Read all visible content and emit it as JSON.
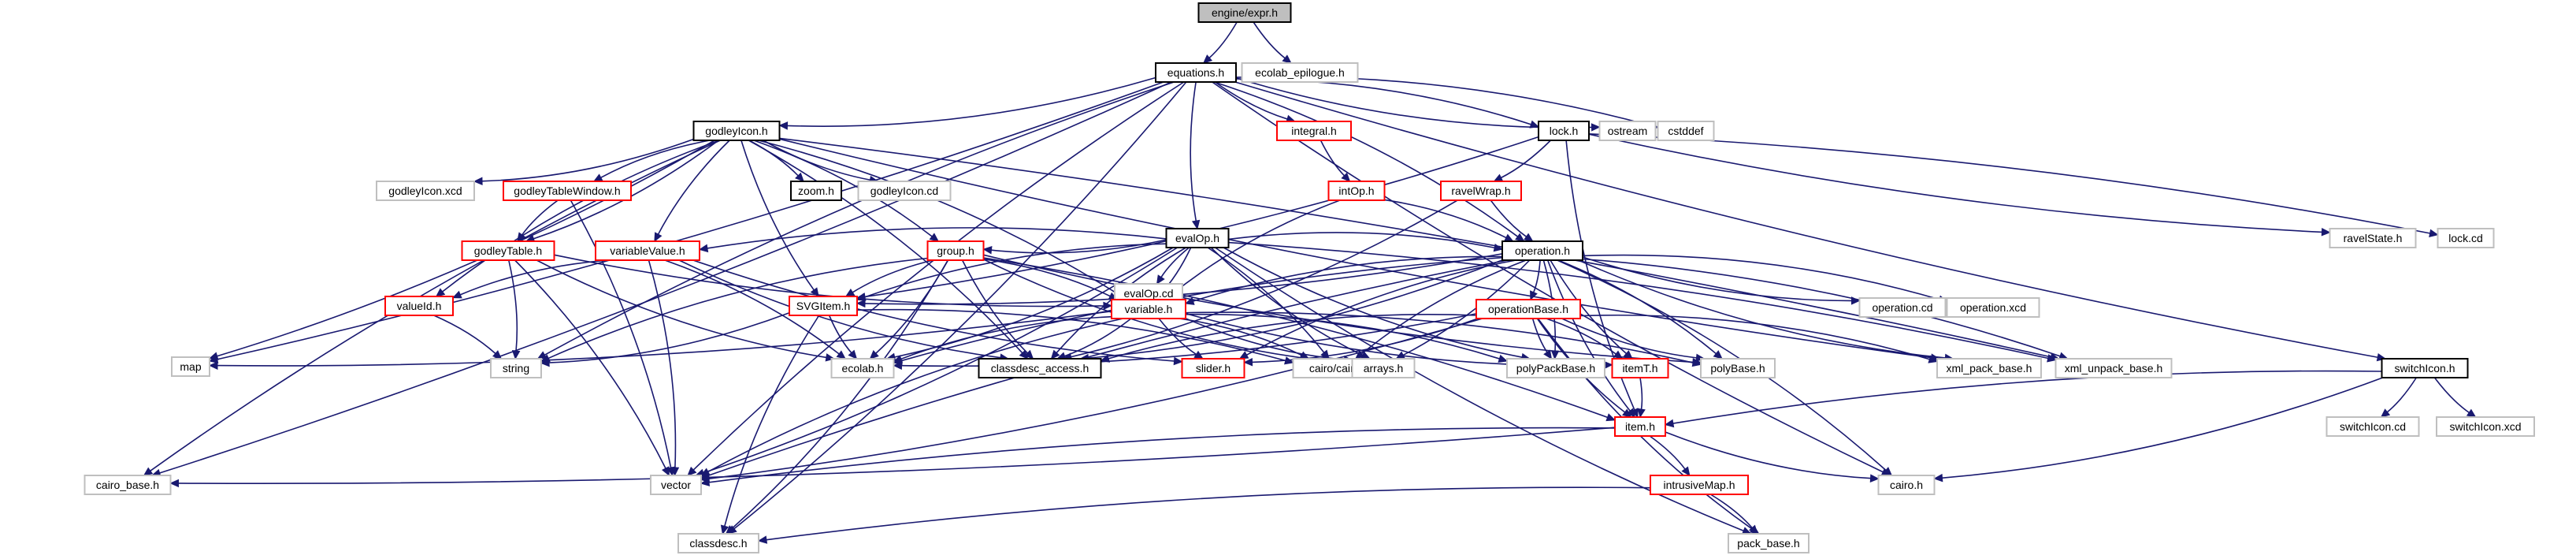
{
  "colors": {
    "edge": "#191970",
    "root_fill": "#bfbfbf",
    "root_border": "#000000",
    "documented_border": "#000000",
    "incomplete_border": "#ff0000",
    "external_border": "#bfbfbf"
  },
  "nodes": [
    {
      "id": "engine_expr_h",
      "label": "engine/expr.h",
      "kind": "root"
    },
    {
      "id": "equations_h",
      "label": "equations.h",
      "kind": "documented"
    },
    {
      "id": "ecolab_epilogue_h",
      "label": "ecolab_epilogue.h",
      "kind": "external"
    },
    {
      "id": "godleyIcon_h",
      "label": "godleyIcon.h",
      "kind": "documented"
    },
    {
      "id": "integral_h",
      "label": "integral.h",
      "kind": "incomplete"
    },
    {
      "id": "lock_h",
      "label": "lock.h",
      "kind": "documented"
    },
    {
      "id": "ostream",
      "label": "ostream",
      "kind": "external"
    },
    {
      "id": "cstddef",
      "label": "cstddef",
      "kind": "external"
    },
    {
      "id": "godleyIcon_xcd",
      "label": "godleyIcon.xcd",
      "kind": "external"
    },
    {
      "id": "godleyTableWindow_h",
      "label": "godleyTableWindow.h",
      "kind": "incomplete"
    },
    {
      "id": "zoom_h",
      "label": "zoom.h",
      "kind": "documented"
    },
    {
      "id": "godleyIcon_cd",
      "label": "godleyIcon.cd",
      "kind": "external"
    },
    {
      "id": "intOp_h",
      "label": "intOp.h",
      "kind": "incomplete"
    },
    {
      "id": "ravelWrap_h",
      "label": "ravelWrap.h",
      "kind": "incomplete"
    },
    {
      "id": "ravelState_h",
      "label": "ravelState.h",
      "kind": "external"
    },
    {
      "id": "lock_cd",
      "label": "lock.cd",
      "kind": "external"
    },
    {
      "id": "evalOp_h",
      "label": "evalOp.h",
      "kind": "documented"
    },
    {
      "id": "godleyTable_h",
      "label": "godleyTable.h",
      "kind": "incomplete"
    },
    {
      "id": "variableValue_h",
      "label": "variableValue.h",
      "kind": "incomplete"
    },
    {
      "id": "group_h",
      "label": "group.h",
      "kind": "incomplete"
    },
    {
      "id": "evalOp_cd",
      "label": "evalOp.cd",
      "kind": "external"
    },
    {
      "id": "operation_h",
      "label": "operation.h",
      "kind": "documented"
    },
    {
      "id": "valueId_h",
      "label": "valueId.h",
      "kind": "incomplete"
    },
    {
      "id": "SVGItem_h",
      "label": "SVGItem.h",
      "kind": "incomplete"
    },
    {
      "id": "variable_h",
      "label": "variable.h",
      "kind": "incomplete"
    },
    {
      "id": "operationBase_h",
      "label": "operationBase.h",
      "kind": "incomplete"
    },
    {
      "id": "operation_cd",
      "label": "operation.cd",
      "kind": "external"
    },
    {
      "id": "operation_xcd",
      "label": "operation.xcd",
      "kind": "external"
    },
    {
      "id": "map",
      "label": "map",
      "kind": "external"
    },
    {
      "id": "string",
      "label": "string",
      "kind": "external"
    },
    {
      "id": "ecolab_h",
      "label": "ecolab.h",
      "kind": "external"
    },
    {
      "id": "classdesc_access_h",
      "label": "classdesc_access.h",
      "kind": "documented"
    },
    {
      "id": "slider_h",
      "label": "slider.h",
      "kind": "incomplete"
    },
    {
      "id": "cairo_cairo_h",
      "label": "cairo/cairo.h",
      "kind": "external"
    },
    {
      "id": "arrays_h",
      "label": "arrays.h",
      "kind": "external"
    },
    {
      "id": "polyPackBase_h",
      "label": "polyPackBase.h",
      "kind": "external"
    },
    {
      "id": "itemT_h",
      "label": "itemT.h",
      "kind": "incomplete"
    },
    {
      "id": "polyBase_h",
      "label": "polyBase.h",
      "kind": "external"
    },
    {
      "id": "xml_pack_base_h",
      "label": "xml_pack_base.h",
      "kind": "external"
    },
    {
      "id": "xml_unpack_base_h",
      "label": "xml_unpack_base.h",
      "kind": "external"
    },
    {
      "id": "switchIcon_h",
      "label": "switchIcon.h",
      "kind": "documented"
    },
    {
      "id": "item_h",
      "label": "item.h",
      "kind": "incomplete"
    },
    {
      "id": "switchIcon_cd",
      "label": "switchIcon.cd",
      "kind": "external"
    },
    {
      "id": "switchIcon_xcd",
      "label": "switchIcon.xcd",
      "kind": "external"
    },
    {
      "id": "cairo_base_h",
      "label": "cairo_base.h",
      "kind": "external"
    },
    {
      "id": "vector",
      "label": "vector",
      "kind": "external"
    },
    {
      "id": "cairo_h",
      "label": "cairo.h",
      "kind": "external"
    },
    {
      "id": "intrusiveMap_h",
      "label": "intrusiveMap.h",
      "kind": "incomplete"
    },
    {
      "id": "classdesc_h",
      "label": "classdesc.h",
      "kind": "external"
    },
    {
      "id": "pack_base_h",
      "label": "pack_base.h",
      "kind": "external"
    }
  ],
  "edges": [
    [
      "engine_expr_h",
      "equations_h"
    ],
    [
      "engine_expr_h",
      "ecolab_epilogue_h"
    ],
    [
      "equations_h",
      "godleyIcon_h"
    ],
    [
      "equations_h",
      "integral_h"
    ],
    [
      "equations_h",
      "lock_h"
    ],
    [
      "equations_h",
      "ostream"
    ],
    [
      "equations_h",
      "cstddef"
    ],
    [
      "equations_h",
      "evalOp_h"
    ],
    [
      "equations_h",
      "operation_h"
    ],
    [
      "equations_h",
      "switchIcon_h"
    ],
    [
      "equations_h",
      "map"
    ],
    [
      "equations_h",
      "string"
    ],
    [
      "equations_h",
      "cairo_base_h"
    ],
    [
      "equations_h",
      "vector"
    ],
    [
      "equations_h",
      "classdesc_h"
    ],
    [
      "equations_h",
      "cairo_h"
    ],
    [
      "godleyIcon_h",
      "godleyIcon_xcd"
    ],
    [
      "godleyIcon_h",
      "godleyTableWindow_h"
    ],
    [
      "godleyIcon_h",
      "zoom_h"
    ],
    [
      "godleyIcon_h",
      "godleyIcon_cd"
    ],
    [
      "godleyIcon_h",
      "godleyTable_h"
    ],
    [
      "godleyIcon_h",
      "variableValue_h"
    ],
    [
      "godleyIcon_h",
      "group_h"
    ],
    [
      "godleyIcon_h",
      "SVGItem_h"
    ],
    [
      "godleyIcon_h",
      "variable_h"
    ],
    [
      "godleyIcon_h",
      "valueId_h"
    ],
    [
      "godleyIcon_h",
      "map"
    ],
    [
      "godleyIcon_h",
      "cairo_base_h"
    ],
    [
      "godleyIcon_h",
      "classdesc_access_h"
    ],
    [
      "godleyIcon_h",
      "xml_pack_base_h"
    ],
    [
      "godleyIcon_h",
      "xml_unpack_base_h"
    ],
    [
      "integral_h",
      "intOp_h"
    ],
    [
      "intOp_h",
      "operation_h"
    ],
    [
      "intOp_h",
      "variable_h"
    ],
    [
      "lock_h",
      "ravelWrap_h"
    ],
    [
      "lock_h",
      "ravelState_h"
    ],
    [
      "lock_h",
      "lock_cd"
    ],
    [
      "lock_h",
      "item_h"
    ],
    [
      "lock_h",
      "SVGItem_h"
    ],
    [
      "ravelWrap_h",
      "operation_h"
    ],
    [
      "ravelWrap_h",
      "classdesc_access_h"
    ],
    [
      "godleyTableWindow_h",
      "godleyTable_h"
    ],
    [
      "godleyTableWindow_h",
      "vector"
    ],
    [
      "godleyTable_h",
      "variable_h"
    ],
    [
      "godleyTable_h",
      "vector"
    ],
    [
      "godleyTable_h",
      "ecolab_h"
    ],
    [
      "godleyTable_h",
      "string"
    ],
    [
      "evalOp_h",
      "evalOp_cd"
    ],
    [
      "evalOp_h",
      "operation_h"
    ],
    [
      "evalOp_h",
      "variableValue_h"
    ],
    [
      "evalOp_h",
      "group_h"
    ],
    [
      "evalOp_h",
      "SVGItem_h"
    ],
    [
      "evalOp_h",
      "variable_h"
    ],
    [
      "evalOp_h",
      "classdesc_access_h"
    ],
    [
      "evalOp_h",
      "ecolab_h"
    ],
    [
      "evalOp_h",
      "arrays_h"
    ],
    [
      "evalOp_h",
      "vector"
    ],
    [
      "evalOp_h",
      "polyPackBase_h"
    ],
    [
      "evalOp_h",
      "cairo_cairo_h"
    ],
    [
      "evalOp_h",
      "pack_base_h"
    ],
    [
      "evalOp_h",
      "xml_unpack_base_h"
    ],
    [
      "variableValue_h",
      "valueId_h"
    ],
    [
      "variableValue_h",
      "ecolab_h"
    ],
    [
      "variableValue_h",
      "classdesc_access_h"
    ],
    [
      "variableValue_h",
      "vector"
    ],
    [
      "variableValue_h",
      "slider_h"
    ],
    [
      "valueId_h",
      "string"
    ],
    [
      "group_h",
      "SVGItem_h"
    ],
    [
      "group_h",
      "variable_h"
    ],
    [
      "group_h",
      "string"
    ],
    [
      "group_h",
      "ecolab_h"
    ],
    [
      "group_h",
      "classdesc_access_h"
    ],
    [
      "group_h",
      "item_h"
    ],
    [
      "group_h",
      "polyBase_h"
    ],
    [
      "group_h",
      "classdesc_h"
    ],
    [
      "group_h",
      "cairo_cairo_h"
    ],
    [
      "operation_h",
      "operationBase_h"
    ],
    [
      "operation_h",
      "operation_cd"
    ],
    [
      "operation_h",
      "operation_xcd"
    ],
    [
      "operation_h",
      "variable_h"
    ],
    [
      "operation_h",
      "SVGItem_h"
    ],
    [
      "operation_h",
      "ecolab_h"
    ],
    [
      "operation_h",
      "arrays_h"
    ],
    [
      "operation_h",
      "cairo_cairo_h"
    ],
    [
      "operation_h",
      "polyPackBase_h"
    ],
    [
      "operation_h",
      "itemT_h"
    ],
    [
      "operation_h",
      "polyBase_h"
    ],
    [
      "operation_h",
      "xml_pack_base_h"
    ],
    [
      "operation_h",
      "xml_unpack_base_h"
    ],
    [
      "operation_h",
      "item_h"
    ],
    [
      "operation_h",
      "cairo_h"
    ],
    [
      "operation_h",
      "vector"
    ],
    [
      "operation_h",
      "classdesc_access_h"
    ],
    [
      "operation_h",
      "slider_h"
    ],
    [
      "SVGItem_h",
      "string"
    ],
    [
      "SVGItem_h",
      "classdesc_h"
    ],
    [
      "SVGItem_h",
      "cairo_cairo_h"
    ],
    [
      "SVGItem_h",
      "ecolab_h"
    ],
    [
      "variable_h",
      "map"
    ],
    [
      "variable_h",
      "ecolab_h"
    ],
    [
      "variable_h",
      "classdesc_access_h"
    ],
    [
      "variable_h",
      "slider_h"
    ],
    [
      "variable_h",
      "cairo_cairo_h"
    ],
    [
      "variable_h",
      "arrays_h"
    ],
    [
      "variable_h",
      "polyPackBase_h"
    ],
    [
      "variable_h",
      "itemT_h"
    ],
    [
      "variable_h",
      "polyBase_h"
    ],
    [
      "variable_h",
      "vector"
    ],
    [
      "operationBase_h",
      "ecolab_h"
    ],
    [
      "operationBase_h",
      "classdesc_access_h"
    ],
    [
      "operationBase_h",
      "slider_h"
    ],
    [
      "operationBase_h",
      "polyPackBase_h"
    ],
    [
      "operationBase_h",
      "itemT_h"
    ],
    [
      "operationBase_h",
      "polyBase_h"
    ],
    [
      "operationBase_h",
      "xml_pack_base_h"
    ],
    [
      "operationBase_h",
      "item_h"
    ],
    [
      "operationBase_h",
      "vector"
    ],
    [
      "operationBase_h",
      "pack_base_h"
    ],
    [
      "itemT_h",
      "item_h"
    ],
    [
      "switchIcon_h",
      "item_h"
    ],
    [
      "switchIcon_h",
      "switchIcon_cd"
    ],
    [
      "switchIcon_h",
      "switchIcon_xcd"
    ],
    [
      "switchIcon_h",
      "cairo_h"
    ],
    [
      "item_h",
      "vector"
    ],
    [
      "item_h",
      "cairo_base_h"
    ],
    [
      "item_h",
      "cairo_h"
    ],
    [
      "item_h",
      "intrusiveMap_h"
    ],
    [
      "intrusiveMap_h",
      "classdesc_h"
    ],
    [
      "intrusiveMap_h",
      "pack_base_h"
    ]
  ]
}
